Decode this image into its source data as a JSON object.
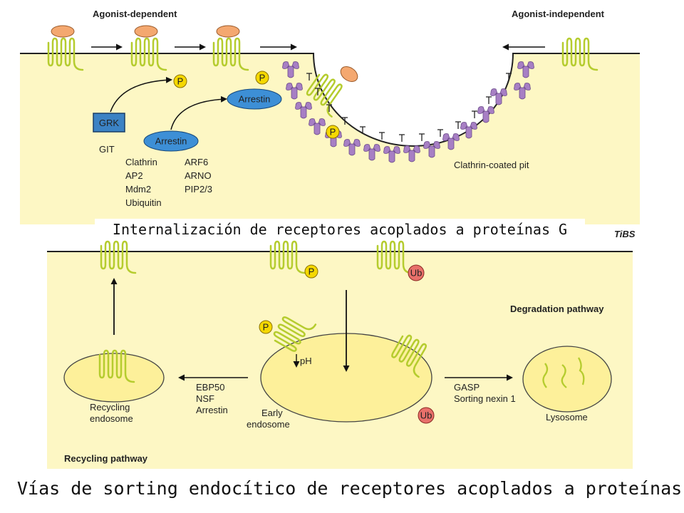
{
  "top_panel": {
    "agonist_dependent": "Agonist-dependent",
    "agonist_independent": "Agonist-independent",
    "grk": "GRK",
    "git": "GIT",
    "arrestin_bound": "Arrestin",
    "arrestin_free": "Arrestin",
    "phosphate": "P",
    "factors_left": [
      "Clathrin",
      "AP2",
      "Mdm2",
      "Ubiquitin"
    ],
    "factors_right": [
      "ARF6",
      "ARNO",
      "PIP2/3"
    ],
    "clathrin_pit": "Clathrin-coated pit",
    "source": "TiBS"
  },
  "bottom_panel": {
    "phosphate": "P",
    "ubiquitin": "Ub",
    "degradation_pathway": "Degradation pathway",
    "ph": "pH",
    "recycling_endosome": [
      "Recycling",
      "endosome"
    ],
    "recycling_factors": [
      "EBP50",
      "NSF",
      "Arrestin"
    ],
    "early_endosome": [
      "Early",
      "endosome"
    ],
    "degradation_factors": [
      "GASP",
      "Sorting nexin 1"
    ],
    "lysosome": "Lysosome",
    "recycling_pathway": "Recycling pathway"
  },
  "captions": {
    "top": "Internalización de receptores acoplados a proteínas G",
    "bottom": "Vías de sorting endocítico de receptores acoplados a proteínas G"
  },
  "colors": {
    "cytoplasm": "#fdf7c4",
    "receptor": "#b5cc2e",
    "agonist": "#f4a870",
    "arrestin": "#3d8fd6",
    "grk": "#3b82c4",
    "clathrin": "#a77fc4",
    "phosphate": "#f5d800",
    "ubiquitin": "#e8706a",
    "endosome": "#fdf09a"
  }
}
